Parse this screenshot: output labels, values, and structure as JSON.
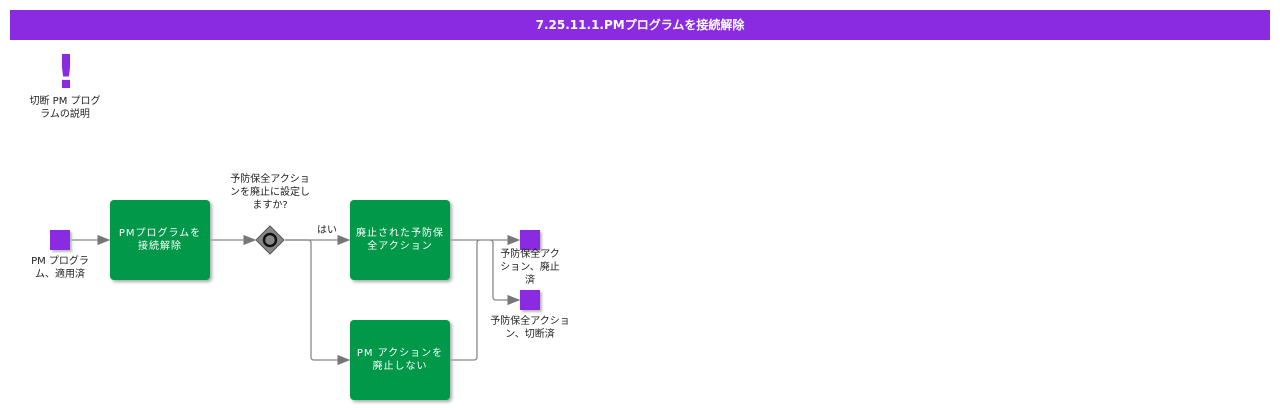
{
  "title": "7.25.11.1.PMプログラムを接続解除",
  "note": {
    "icon": "exclamation-icon",
    "text": "切断 PM プログラムの説明"
  },
  "start_event": "PM プログラム、適用済",
  "tasks": {
    "disconnect": "PMプログラムを接続解除",
    "retired": "廃止された予防保全アクション",
    "not_retire": "PM アクションを廃止しない"
  },
  "gateway": {
    "question": "予防保全アクションを廃止に設定しますか?",
    "yes": "はい"
  },
  "end_events": {
    "retired": "予防保全アクション、廃止済",
    "disconnected": "予防保全アクション、切断済"
  },
  "colors": {
    "header": "#8a2be2",
    "task": "#029849",
    "event": "#8a2be2"
  }
}
